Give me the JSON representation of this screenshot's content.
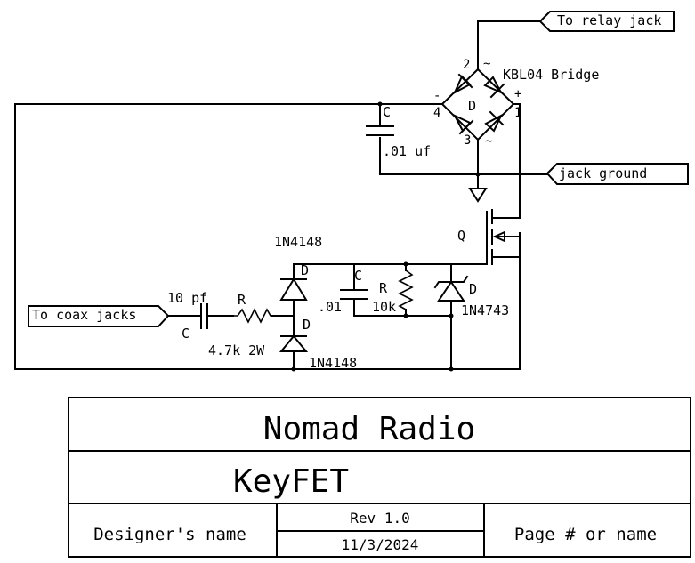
{
  "ports": {
    "relay": "To relay jack",
    "ground": "jack ground",
    "coax": "To coax jacks"
  },
  "bridge": {
    "ref": "D",
    "part": "KBL04 Bridge",
    "pin1": "1",
    "pin2": "2",
    "pin3": "3",
    "pin4": "4",
    "plus": "+",
    "minus": "-",
    "ac_top": "~",
    "ac_bottom": "~"
  },
  "c_bypass": {
    "ref": "C",
    "value": ".01 uf"
  },
  "mosfet": {
    "ref": "Q"
  },
  "d_upper": {
    "ref": "D",
    "part": "1N4148"
  },
  "d_lower": {
    "ref": "D",
    "part": "1N4148"
  },
  "c_gate": {
    "ref": "C",
    "value": ".01"
  },
  "r_gate": {
    "ref": "R",
    "value": "10k"
  },
  "zener": {
    "ref": "D",
    "part": "1N4743"
  },
  "c_coupling": {
    "ref": "C",
    "value": "10 pf"
  },
  "r_series": {
    "ref": "R",
    "value": "4.7k 2W"
  },
  "title_block": {
    "company": "Nomad Radio",
    "project": "KeyFET",
    "designer": "Designer's name",
    "revision": "Rev 1.0",
    "date": "11/3/2024",
    "page": "Page # or name"
  }
}
